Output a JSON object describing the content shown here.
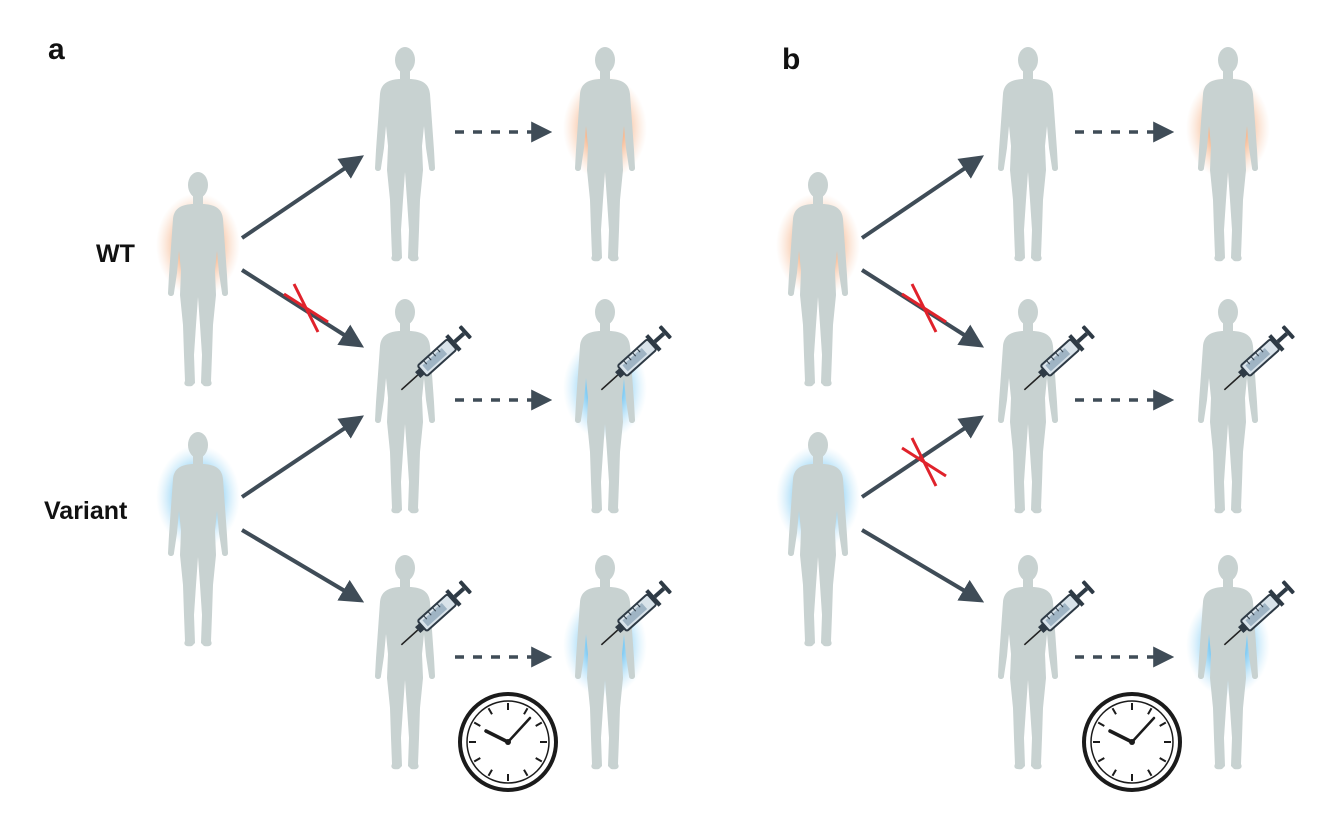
{
  "panels": [
    {
      "letter": "a"
    },
    {
      "letter": "b"
    }
  ],
  "rows": {
    "wt_label": "WT",
    "variant_label": "Variant"
  },
  "colors": {
    "figure": "#c8d2d1",
    "wt_glow": "#f08a3c",
    "variant_glow": "#2aa4e8",
    "arrow": "#3f4c57",
    "cross": "#e0222b"
  },
  "icons": [
    "human-figure-icon",
    "syringe-icon",
    "clock-icon",
    "cross-mark-icon",
    "arrow-icon"
  ]
}
